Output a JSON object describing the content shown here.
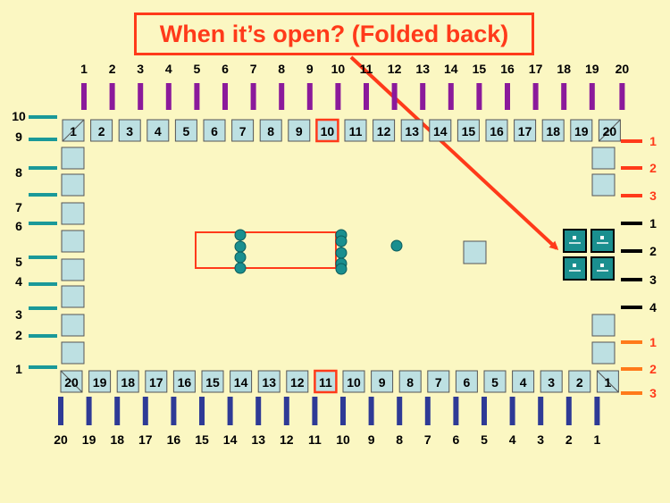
{
  "title": "When it’s open? (Folded back)",
  "top_pins": [
    "1",
    "2",
    "3",
    "4",
    "5",
    "6",
    "7",
    "8",
    "9",
    "10",
    "11",
    "12",
    "13",
    "14",
    "15",
    "16",
    "17",
    "18",
    "19",
    "20"
  ],
  "top_squares": [
    "1",
    "2",
    "3",
    "4",
    "5",
    "6",
    "7",
    "8",
    "9",
    "10",
    "11",
    "12",
    "13",
    "14",
    "15",
    "16",
    "17",
    "18",
    "19",
    "20"
  ],
  "bottom_squares": [
    "20",
    "19",
    "18",
    "17",
    "16",
    "15",
    "14",
    "13",
    "12",
    "11",
    "10",
    "9",
    "8",
    "7",
    "6",
    "5",
    "4",
    "3",
    "2",
    "1"
  ],
  "bottom_pins": [
    "20",
    "19",
    "18",
    "17",
    "16",
    "15",
    "14",
    "13",
    "12",
    "11",
    "10",
    "9",
    "8",
    "7",
    "6",
    "5",
    "4",
    "3",
    "2",
    "1"
  ],
  "left_pins": [
    "10",
    "9",
    "8",
    "7",
    "6",
    "5",
    "4",
    "3",
    "2",
    "1"
  ],
  "right_pins_top": [
    "1",
    "2",
    "3"
  ],
  "right_pins_mid": [
    "1",
    "2",
    "3",
    "4"
  ],
  "right_pins_bottom": [
    "1",
    "2",
    "3"
  ],
  "colors": {
    "background": "#fbf7c2",
    "accent_red": "#ff3a1a",
    "top_pin": "#8b1a9b",
    "bottom_pin": "#2e3a96",
    "left_pin": "#1a9999",
    "right_orange": "#ff7a1a",
    "square_fill": "#bde0e2",
    "teal_fill": "#1a8f8f"
  }
}
